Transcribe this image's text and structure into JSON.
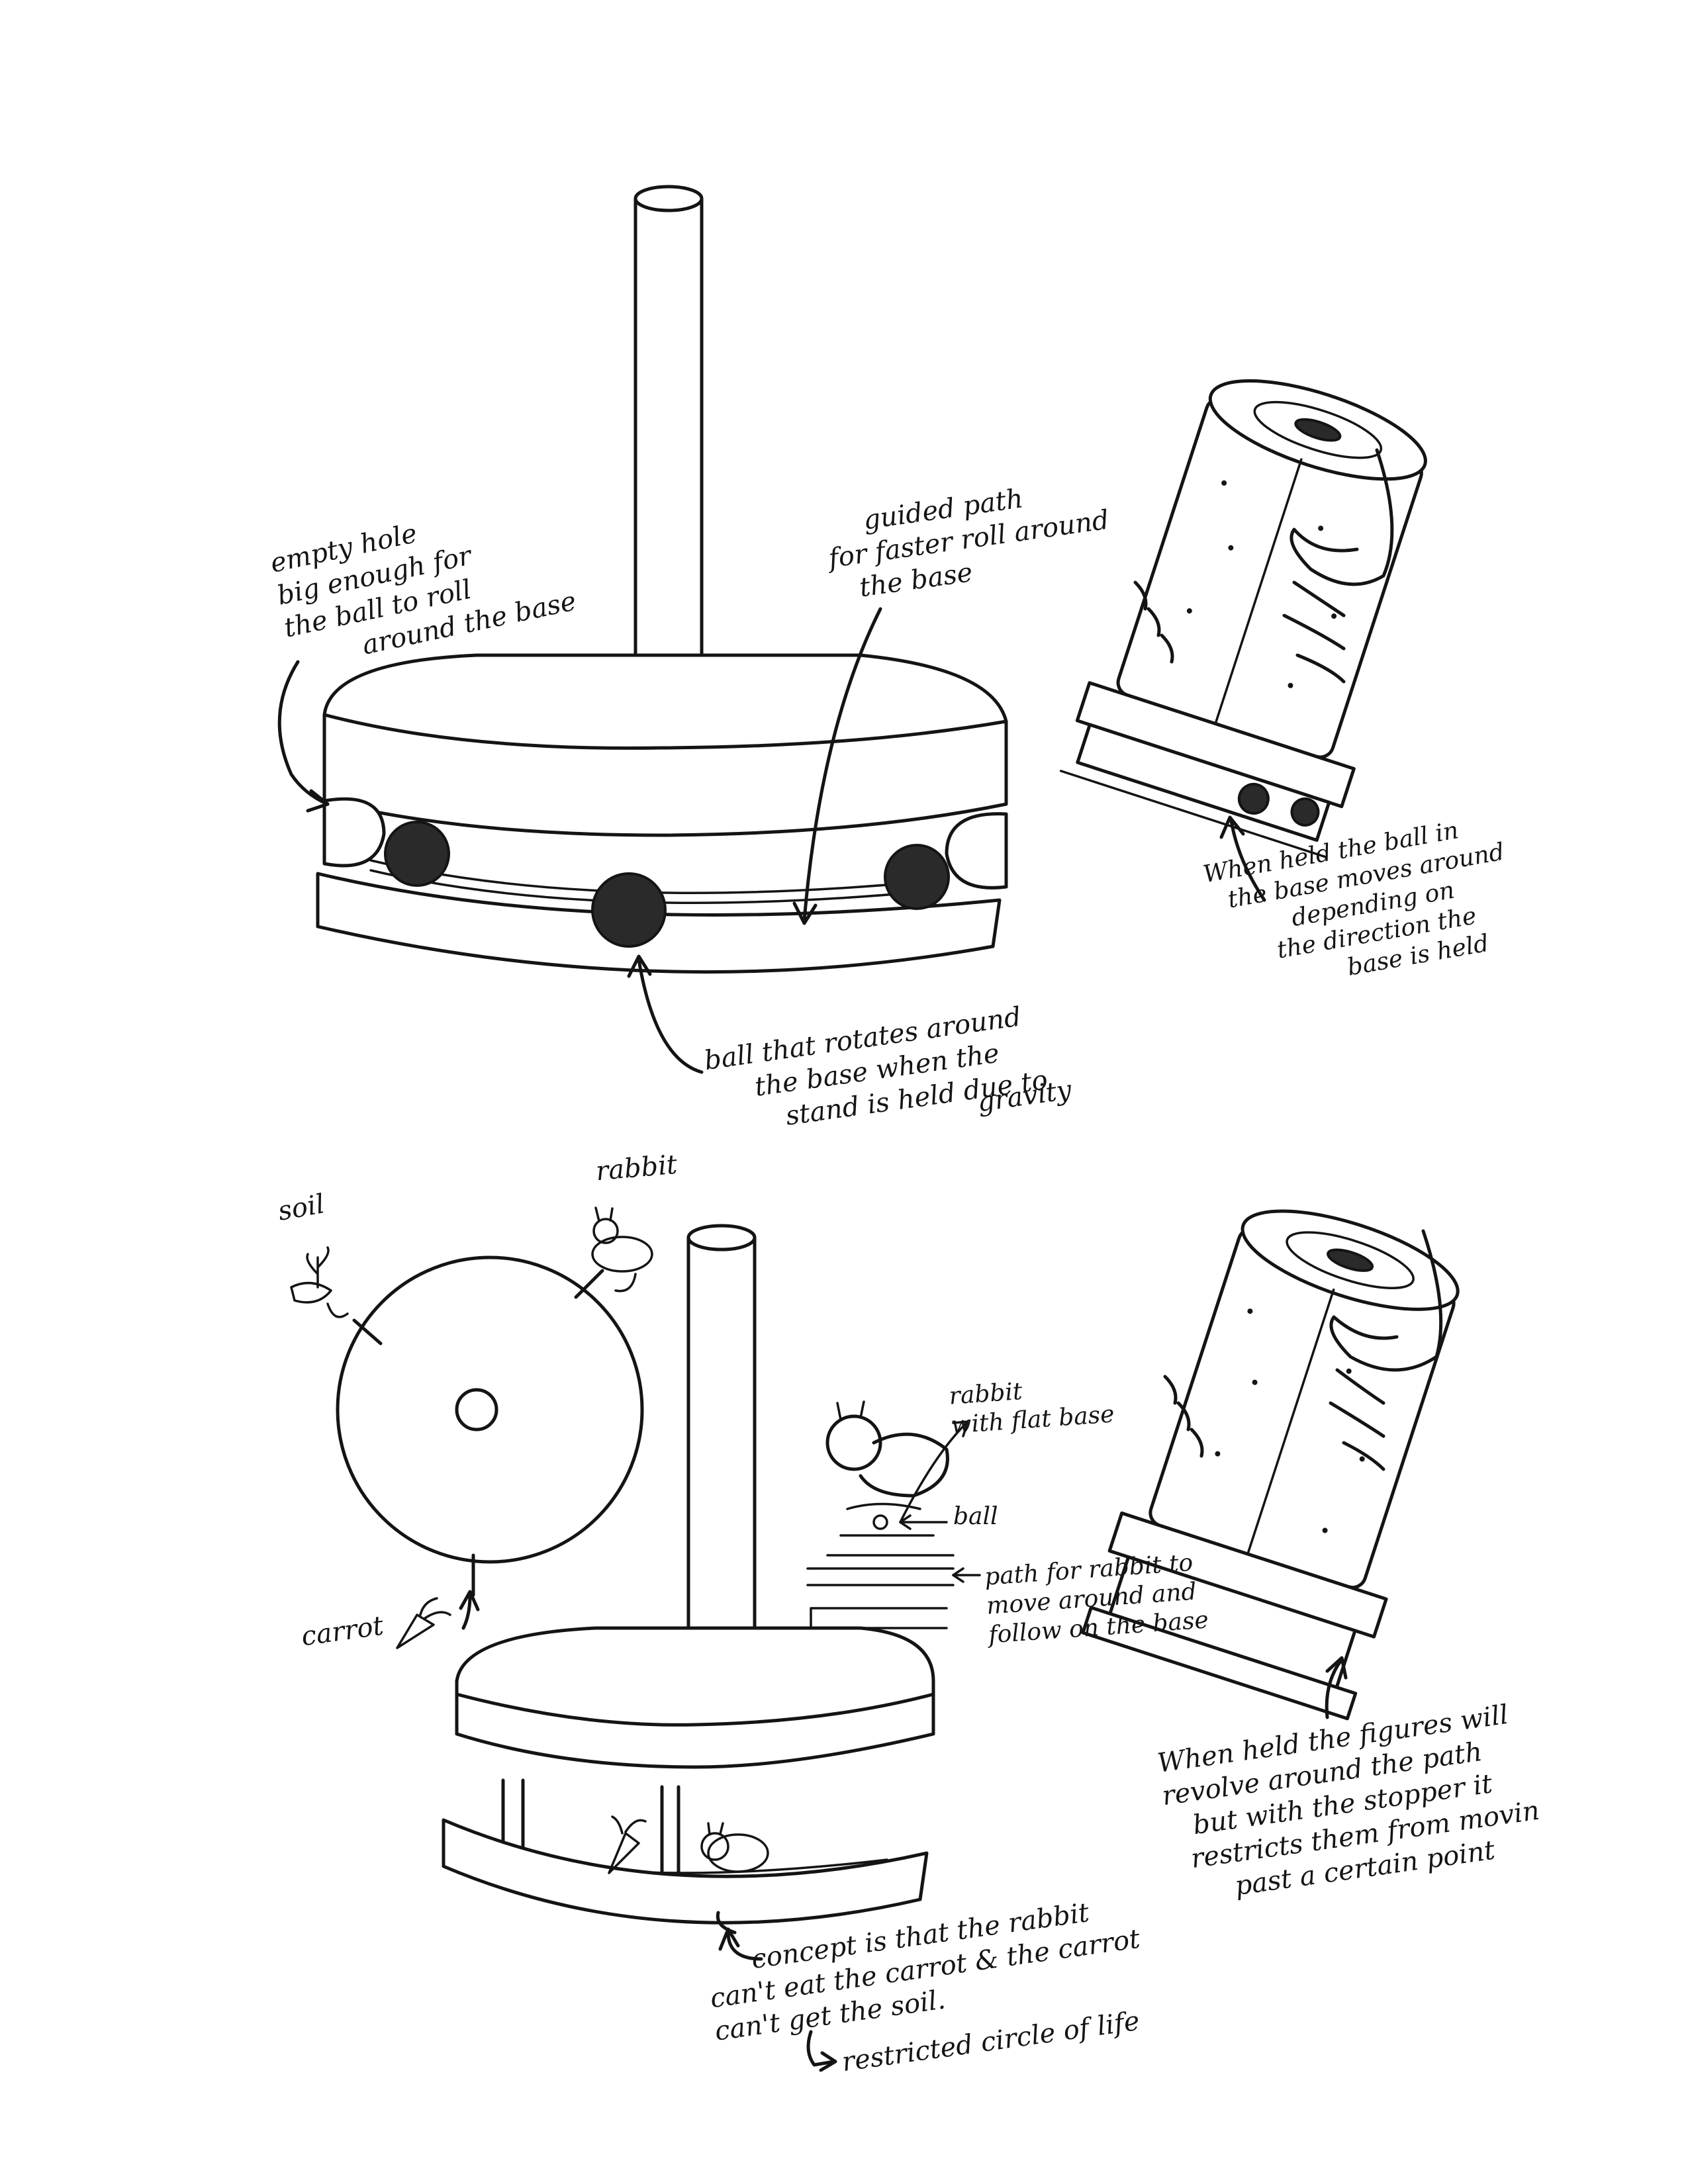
{
  "annotations": {
    "empty_hole": [
      "empty hole",
      "big enough for",
      "the ball to roll",
      "around the base"
    ],
    "guided_path": [
      "guided path",
      "for faster roll around",
      "the base"
    ],
    "ball_rotates": [
      "ball that rotates around",
      "the base when the",
      "stand is held due to",
      "gravity"
    ],
    "held_ball": [
      "When held the ball in",
      "the base moves around",
      "depending on",
      "the direction the",
      "base is held"
    ],
    "soil": "soil",
    "rabbit": "rabbit",
    "carrot": "carrot",
    "rabbit_flat_base": [
      "rabbit",
      "with flat base"
    ],
    "ball": "ball",
    "path_for_rabbit": [
      "path for rabbit to",
      "move around and",
      "follow on the base"
    ],
    "figures_revolve": [
      "When held the figures will",
      "revolve around the path",
      "but with the stopper it",
      "restricts them from movin",
      "past a certain point"
    ],
    "concept": [
      "concept is that the rabbit",
      "can't eat the carrot & the carrot",
      "can't get the soil."
    ],
    "restricted": "restricted circle of life"
  }
}
